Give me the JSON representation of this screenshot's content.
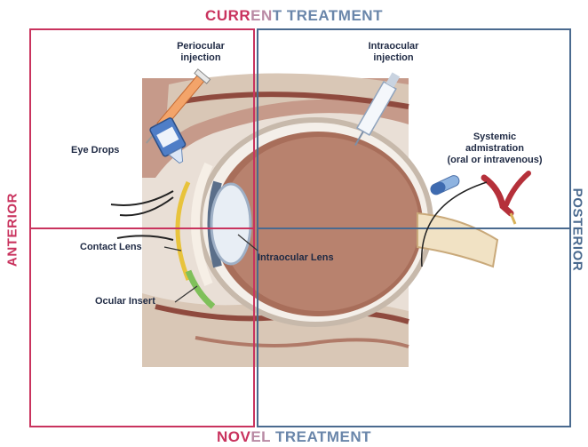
{
  "titles": {
    "top_left": "CURR",
    "top_mid": "EN",
    "top_right": "T TREATMENT",
    "bottom_left": "NOV",
    "bottom_mid": "EL",
    "bottom_right": " TREATMENT",
    "left": "ANTERIOR",
    "right": "POSTERIOR"
  },
  "labels": {
    "periocular_1": "Periocular",
    "periocular_2": "injection",
    "intraocular_1": "Intraocular",
    "intraocular_2": "injection",
    "eye_drops": "Eye Drops",
    "systemic_1": "Systemic",
    "systemic_2": "admistration",
    "systemic_3": "(oral or intravenous)",
    "contact_lens": "Contact Lens",
    "ocular_insert": "Ocular Insert",
    "intraocular_lens": "Intraocular Lens"
  },
  "colors": {
    "anterior": "#c9335e",
    "posterior": "#4a6a8f",
    "divider_mid": "#b98aa4"
  }
}
